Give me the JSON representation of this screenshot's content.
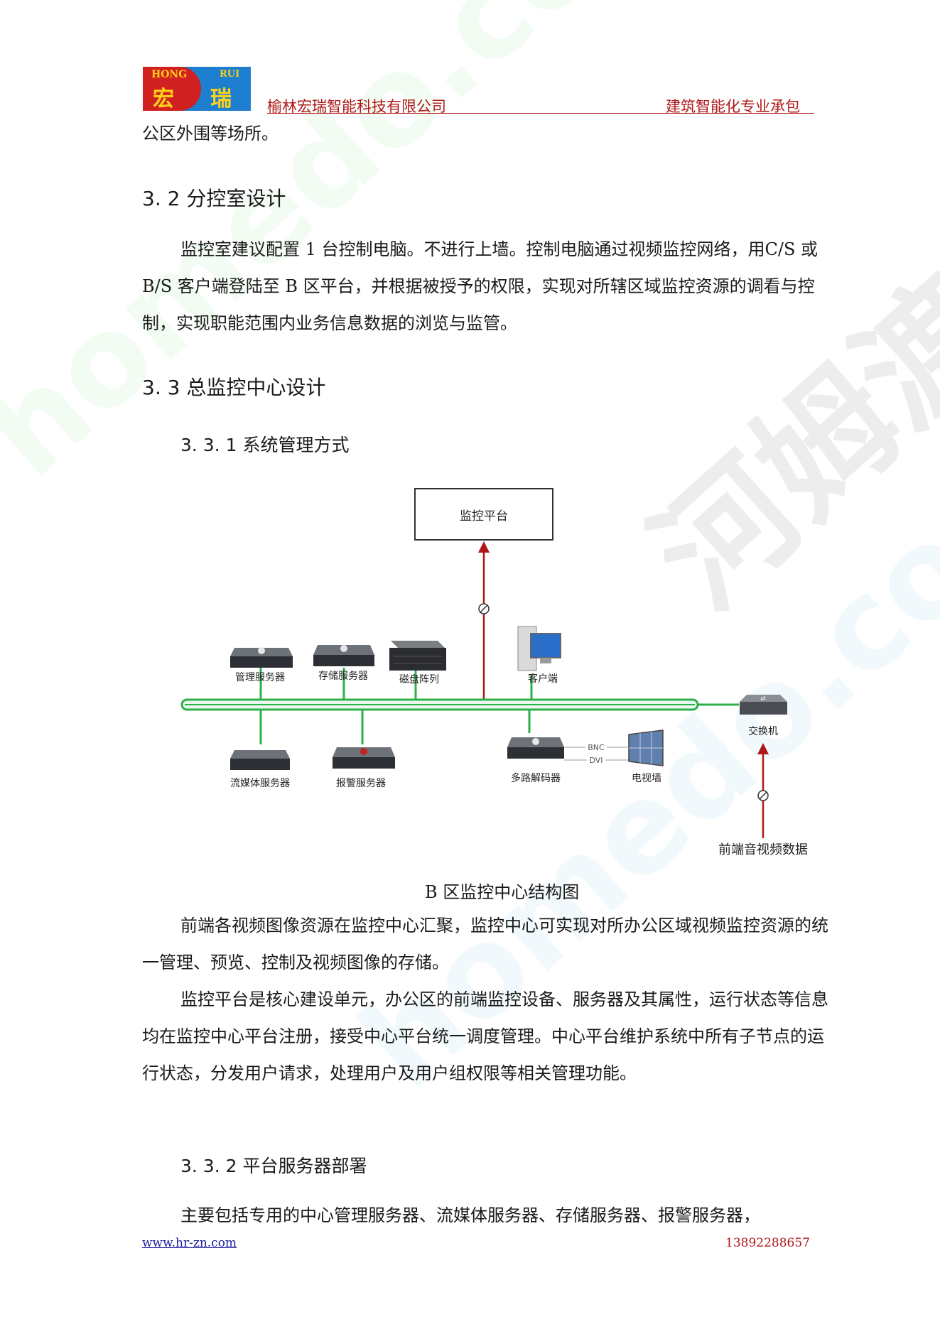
{
  "header": {
    "logo_top_left": "HONG",
    "logo_top_right": "RUI",
    "logo_char_1": "宏",
    "logo_char_2": "瑞",
    "company": "榆林宏瑞智能科技有限公司",
    "slogan": "建筑智能化专业承包"
  },
  "watermark": {
    "latin": "homedo.com",
    "chinese": "河姆渡"
  },
  "body": {
    "intro_tail": "公区外围等场所。",
    "section_3_2": "3. 2 分控室设计",
    "para_3_2": "监控室建议配置 1 台控制电脑。不进行上墙。控制电脑通过视频监控网络，用C/S 或 B/S 客户端登陆至 B 区平台，并根据被授予的权限，实现对所辖区域监控资源的调看与控制，实现职能范围内业务信息数据的浏览与监管。",
    "section_3_3": "3. 3 总监控中心设计",
    "section_3_3_1": "3. 3. 1 系统管理方式",
    "figure_caption": "B 区监控中心结构图",
    "para_3_3_a": "前端各视频图像资源在监控中心汇聚，监控中心可实现对所办公区域视频监控资源的统一管理、预览、控制及视频图像的存储。",
    "para_3_3_b": "监控平台是核心建设单元，办公区的前端监控设备、服务器及其属性，运行状态等信息均在监控中心平台注册，接受中心平台统一调度管理。中心平台维护系统中所有子节点的运行状态，分发用户请求，处理用户及用户组权限等相关管理功能。",
    "section_3_3_2": "3. 3. 2 平台服务器部署",
    "para_3_3_2": "主要包括专用的中心管理服务器、流媒体服务器、存储服务器、报警服务器，"
  },
  "diagram": {
    "platform": "监控平台",
    "mgmt_server": "管理服务器",
    "storage_server": "存储服务器",
    "disk_array": "磁盘阵列",
    "client": "客户端",
    "switch": "交换机",
    "stream_server": "流媒体服务器",
    "alarm_server": "报警服务器",
    "decoder": "多路解码器",
    "bnc": "BNC",
    "dvi": "DVI",
    "tv_wall": "电视墙",
    "front_data": "前端音视频数据"
  },
  "footer": {
    "website": "www.hr-zn.com",
    "phone": "13892288657"
  },
  "colors": {
    "header_red": "#b01818",
    "bus_green": "#2db04a",
    "arrow_red": "#b01818",
    "link_blue": "#1a1aa0"
  }
}
